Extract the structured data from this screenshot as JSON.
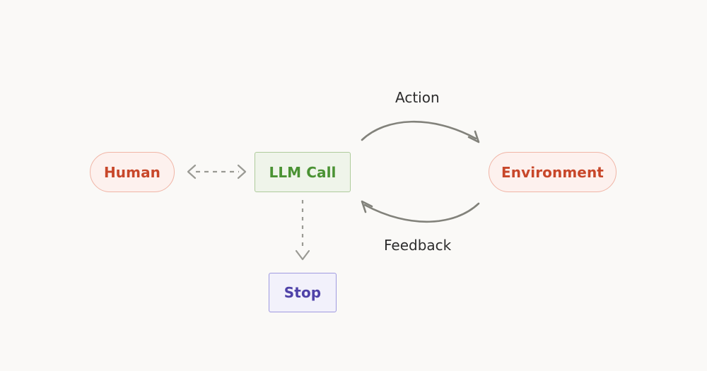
{
  "diagram": {
    "title": "Agent loop diagram",
    "background_color": "#faf9f7",
    "nodes": [
      {
        "id": "human",
        "label": "Human",
        "shape": "pill",
        "fill": "#fdf1ee",
        "stroke": "#f0b5a6",
        "text_color": "#c8472a"
      },
      {
        "id": "llm_call",
        "label": "LLM Call",
        "shape": "rectangle",
        "fill": "#eff4ea",
        "stroke": "#aecb9b",
        "text_color": "#4a9233"
      },
      {
        "id": "environment",
        "label": "Environment",
        "shape": "pill",
        "fill": "#fdf1ee",
        "stroke": "#f0b5a6",
        "text_color": "#c8472a"
      },
      {
        "id": "stop",
        "label": "Stop",
        "shape": "rectangle",
        "fill": "#f2f1fb",
        "stroke": "#9f9ae0",
        "text_color": "#4f42a8"
      }
    ],
    "edges": [
      {
        "id": "human_llm",
        "from": "human",
        "to": "llm_call",
        "label": "",
        "style": "dashed",
        "arrowheads": "both",
        "color": "#9a9a94"
      },
      {
        "id": "action",
        "from": "llm_call",
        "to": "environment",
        "label": "Action",
        "style": "solid-curved",
        "arrowheads": "end",
        "color": "#82827b"
      },
      {
        "id": "feedback",
        "from": "environment",
        "to": "llm_call",
        "label": "Feedback",
        "style": "solid-curved",
        "arrowheads": "end",
        "color": "#82827b"
      },
      {
        "id": "llm_stop",
        "from": "llm_call",
        "to": "stop",
        "label": "",
        "style": "dashed",
        "arrowheads": "end",
        "color": "#9a9a94"
      }
    ],
    "labels": {
      "action": "Action",
      "feedback": "Feedback"
    }
  }
}
